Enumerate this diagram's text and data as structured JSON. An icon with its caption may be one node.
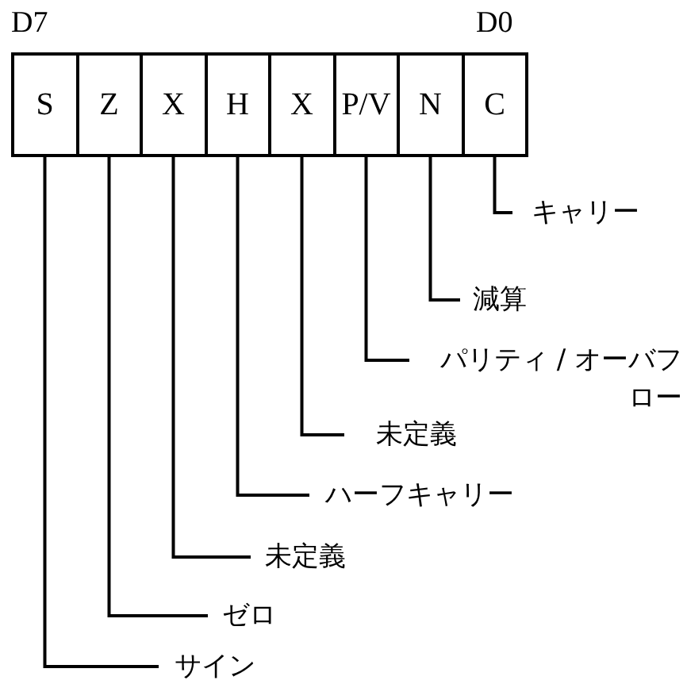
{
  "diagram": {
    "nodes": [
      {
        "text": [
          "S"
        ]
      },
      {
        "text": [
          "Z"
        ]
      },
      {
        "text": [
          "X"
        ]
      },
      {
        "text": [
          "H"
        ]
      },
      {
        "text": [
          "X"
        ]
      },
      {
        "text": [
          "P/V"
        ]
      },
      {
        "text": [
          "N"
        ]
      },
      {
        "text": [
          "C"
        ]
      },
      {
        "text": [
          "キャリー"
        ]
      },
      {
        "text": [
          "減算"
        ]
      },
      {
        "text": [
          "パリティ / オーバフロー"
        ]
      },
      {
        "text": [
          "未定義"
        ]
      },
      {
        "text": [
          "ハーフキャリー"
        ]
      },
      {
        "text": [
          "未定義"
        ]
      },
      {
        "text": [
          "ゼロ"
        ]
      },
      {
        "text": [
          "サイン"
        ]
      }
    ],
    "edges": [
      {
        "from": 8,
        "to": 7,
        "arrow": "none"
      },
      {
        "from": 9,
        "to": 6,
        "arrow": "none"
      },
      {
        "from": 10,
        "to": 5,
        "arrow": "none"
      },
      {
        "from": 11,
        "to": 4,
        "arrow": "none"
      },
      {
        "from": 12,
        "to": 3,
        "arrow": "none"
      },
      {
        "from": 13,
        "to": 2,
        "arrow": "none"
      },
      {
        "from": 14,
        "to": 1,
        "arrow": "none"
      },
      {
        "from": 15,
        "to": 0,
        "arrow": "none"
      }
    ],
    "labels": [
      "D7",
      "D0"
    ]
  }
}
